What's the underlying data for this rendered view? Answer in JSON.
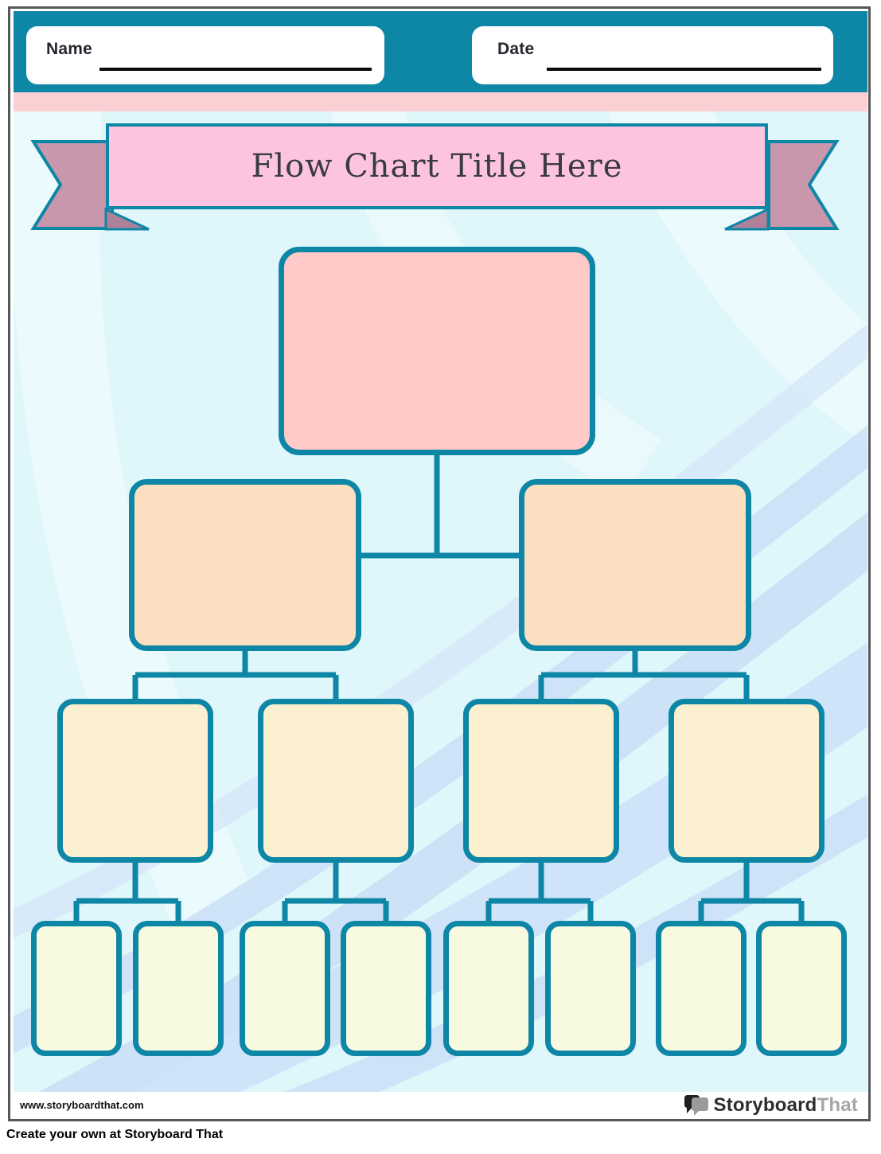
{
  "header": {
    "name_label": "Name",
    "date_label": "Date"
  },
  "banner": {
    "title": "Flow Chart Title Here"
  },
  "flowchart": {
    "levels": [
      {
        "level": 1,
        "boxes": 1,
        "fill": "#FFC9C8"
      },
      {
        "level": 2,
        "boxes": 2,
        "fill": "#FCDFC1"
      },
      {
        "level": 3,
        "boxes": 4,
        "fill": "#FBF0CF"
      },
      {
        "level": 4,
        "boxes": 8,
        "fill": "#F8FADF"
      }
    ],
    "connector_color": "#0E86A6"
  },
  "footer": {
    "website": "www.storyboardthat.com",
    "logo": {
      "part1": "Storyboard",
      "part2": "That"
    }
  },
  "page": {
    "tagline": "Create your own at Storyboard That"
  },
  "colors": {
    "accent_teal": "#0E86A6",
    "header_band": "#0E86A6",
    "pink_strip": "#FCCFD2",
    "banner_pink": "#FCC4E0",
    "ribbon_tail": "#C997AC",
    "ribbon_fold": "#B0829A",
    "background": "#DFF6FA",
    "swoosh_blue": "#CDE1F7",
    "frame_gray": "#56575B"
  }
}
